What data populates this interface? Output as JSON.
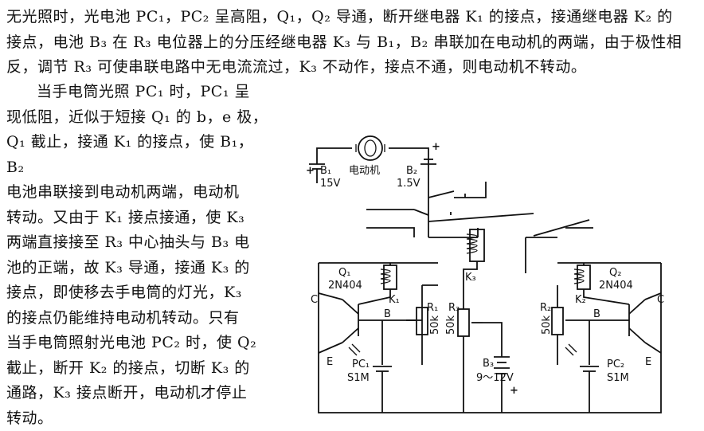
{
  "text": {
    "para1_lines": [
      "无光照时，光电池 PC₁，PC₂ 呈高阻，Q₁，Q₂ 导通，断开继电器 K₁ 的接点，接通继电器 K₂ 的",
      "接点，电池 B₃ 在 R₃ 电位器上的分压经继电器 K₃ 与 B₁，B₂ 串联加在电动机的两端，由于极性相",
      "反，调节 R₃ 可使串联电路中无电流流过，K₃ 不动作，接点不通，则电动机不转动。"
    ],
    "para2_lines": [
      "当手电筒光照 PC₁ 时，PC₁ 呈",
      "现低阻，近似于短接 Q₁ 的 b，e 极，",
      "Q₁ 截止，接通 K₁ 的接点，使 B₁，B₂",
      "电池串联接到电动机两端，电动机",
      "转动。又由于 K₁ 接点接通，使 K₃",
      "两端直接接至 R₃ 中心抽头与 B₃ 电",
      "池的正端，故 K₃ 导通，接通 K₃ 的",
      "接点，即使移去手电筒的灯光，K₃",
      "的接点仍能维持电动机转动。只有",
      "当手电筒照射光电池 PC₂ 时，使 Q₂",
      "截止，断开 K₂ 的接点，切断 K₃ 的",
      "通路，K₃ 接点断开，电动机才停止",
      "转动。"
    ]
  },
  "circuit": {
    "motor_label": "电动机",
    "b1_name": "B₁",
    "b1_value": "15V",
    "b2_name": "B₂",
    "b2_value": "1.5V",
    "b3_name": "B₃",
    "b3_value": "9～12V",
    "q1_name": "Q₁",
    "q1_model": "2N404",
    "q2_name": "Q₂",
    "q2_model": "2N404",
    "k1": "K₁",
    "k2": "K₂",
    "k3": "K₃",
    "r1_name": "R₁",
    "r1_value": "50k",
    "r2_name": "R₂",
    "r2_value": "50k",
    "r3_name": "R₃",
    "r3_value": "50k",
    "pc1_name": "PC₁",
    "pc1_value": "S1M",
    "pc2_name": "PC₂",
    "pc2_value": "S1M",
    "pin_c": "C",
    "pin_e": "E",
    "pin_b": "B",
    "plus": "+"
  }
}
